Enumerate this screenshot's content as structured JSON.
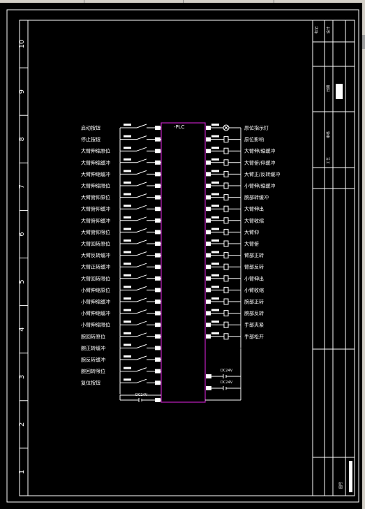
{
  "diagram": {
    "plc_title": "-PLC",
    "inputs": [
      "启动按钮",
      "停止按钮",
      "大臂伸缩原位",
      "大臂伸缩缓冲",
      "大臂伸缩缓冲",
      "大臂伸缩限位",
      "大臂俯仰原位",
      "大臂俯仰缓冲",
      "大臂俯仰缓冲",
      "大臂俯仰限位",
      "大臂回转原位",
      "大臂反转缓冲",
      "大臂正转缓冲",
      "大臂回转限位",
      "小臂伸缩原位",
      "小臂伸缩缓冲",
      "小臂伸缩缓冲",
      "小臂伸缩限位",
      "腕回转原位",
      "腕正转缓冲",
      "腕反转缓冲",
      "腕回转限位",
      "复位按钮"
    ],
    "outputs": [
      "原位指示灯",
      "原位影响",
      "大臂伸/缩缓冲",
      "大臂俯/仰缓冲",
      "大臂正/反转缓冲",
      "小臂伸/缩缓冲",
      "腕部转缓冲",
      "大臂伸出",
      "大臂收缩",
      "大臂仰",
      "大臂俯",
      "臂部正转",
      "臂部反转",
      "小臂伸出",
      "小臂收缩",
      "腕部正转",
      "腕部反转",
      "手部夹紧",
      "手部松开"
    ],
    "supply_labels": [
      "DC24V",
      "DC24V",
      "DC24V"
    ],
    "column_numbers": [
      "10",
      "9",
      "8",
      "7",
      "6",
      "5",
      "4",
      "3",
      "2",
      "1"
    ],
    "title_block": {
      "cell_a": "标记",
      "cell_b": "设计",
      "cell_c": "日期",
      "cell_d": "审核",
      "cell_e": "工艺",
      "cell_f": "图号"
    }
  }
}
